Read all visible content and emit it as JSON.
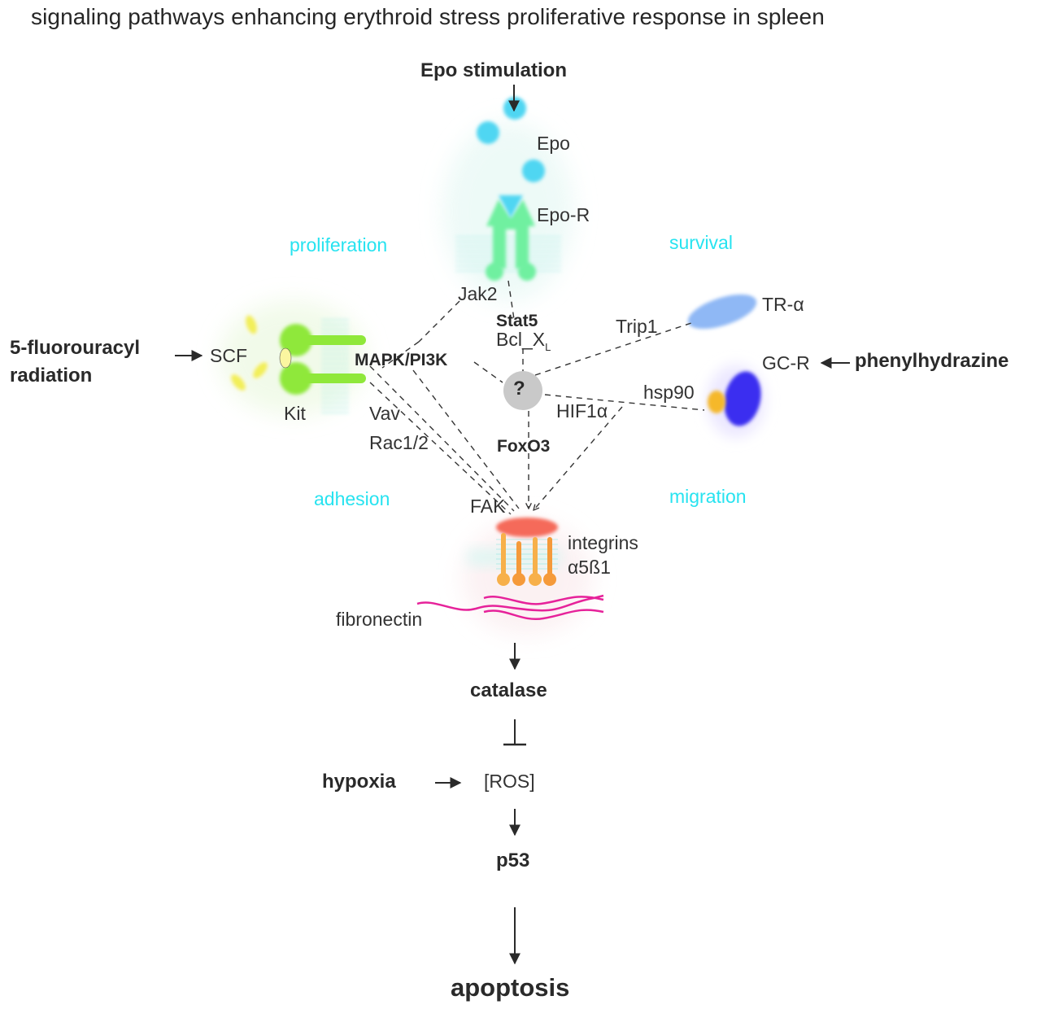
{
  "title": "signaling pathways enhancing erythroid stress proliferative response in spleen",
  "stimuli": {
    "epo_stimulation": "Epo stimulation",
    "fluorouracyl": "5-fluorouracyl",
    "radiation": "radiation",
    "phenylhydrazine": "phenylhydrazine",
    "hypoxia": "hypoxia"
  },
  "receptors": {
    "epo": "Epo",
    "epo_r": "Epo-R",
    "scf": "SCF",
    "kit": "Kit",
    "tr_alpha": "TR-α",
    "gc_r": "GC-R",
    "hsp90": "hsp90",
    "integrins": "integrins",
    "integrins_type": "α5ß1",
    "fibronectin": "fibronectin"
  },
  "mediators": {
    "jak2": "Jak2",
    "stat5": "Stat5",
    "bcl_x": "Bcl_X",
    "bcl_sub": "L",
    "mapk_pi3k": "MAPK/PI3K",
    "trip1": "Trip1",
    "unknown_node": "?",
    "hif1a": "HIF1α",
    "vav": "Vav",
    "rac": "Rac1/2",
    "foxo3": "FoxO3",
    "fak": "FAK"
  },
  "processes": {
    "proliferation": "proliferation",
    "survival": "survival",
    "adhesion": "adhesion",
    "migration": "migration"
  },
  "cascade": {
    "catalase": "catalase",
    "ros": "[ROS]",
    "p53": "p53",
    "apoptosis": "apoptosis"
  },
  "colors": {
    "process_label": "#27e3f0",
    "epo": "#4fd6f2",
    "epo_receptor": "#6ff0a0",
    "kit": "#8fe83a",
    "scf": "#f2ef5a",
    "tr_alpha": "#8fb8f5",
    "gc_r": "#3b2ff0",
    "hsp90": "#f5b82a",
    "fak": "#f56a5a",
    "integrin": "#f59a3a",
    "fibronectin": "#e6229a",
    "unknown_node": "#c9c9c9"
  }
}
